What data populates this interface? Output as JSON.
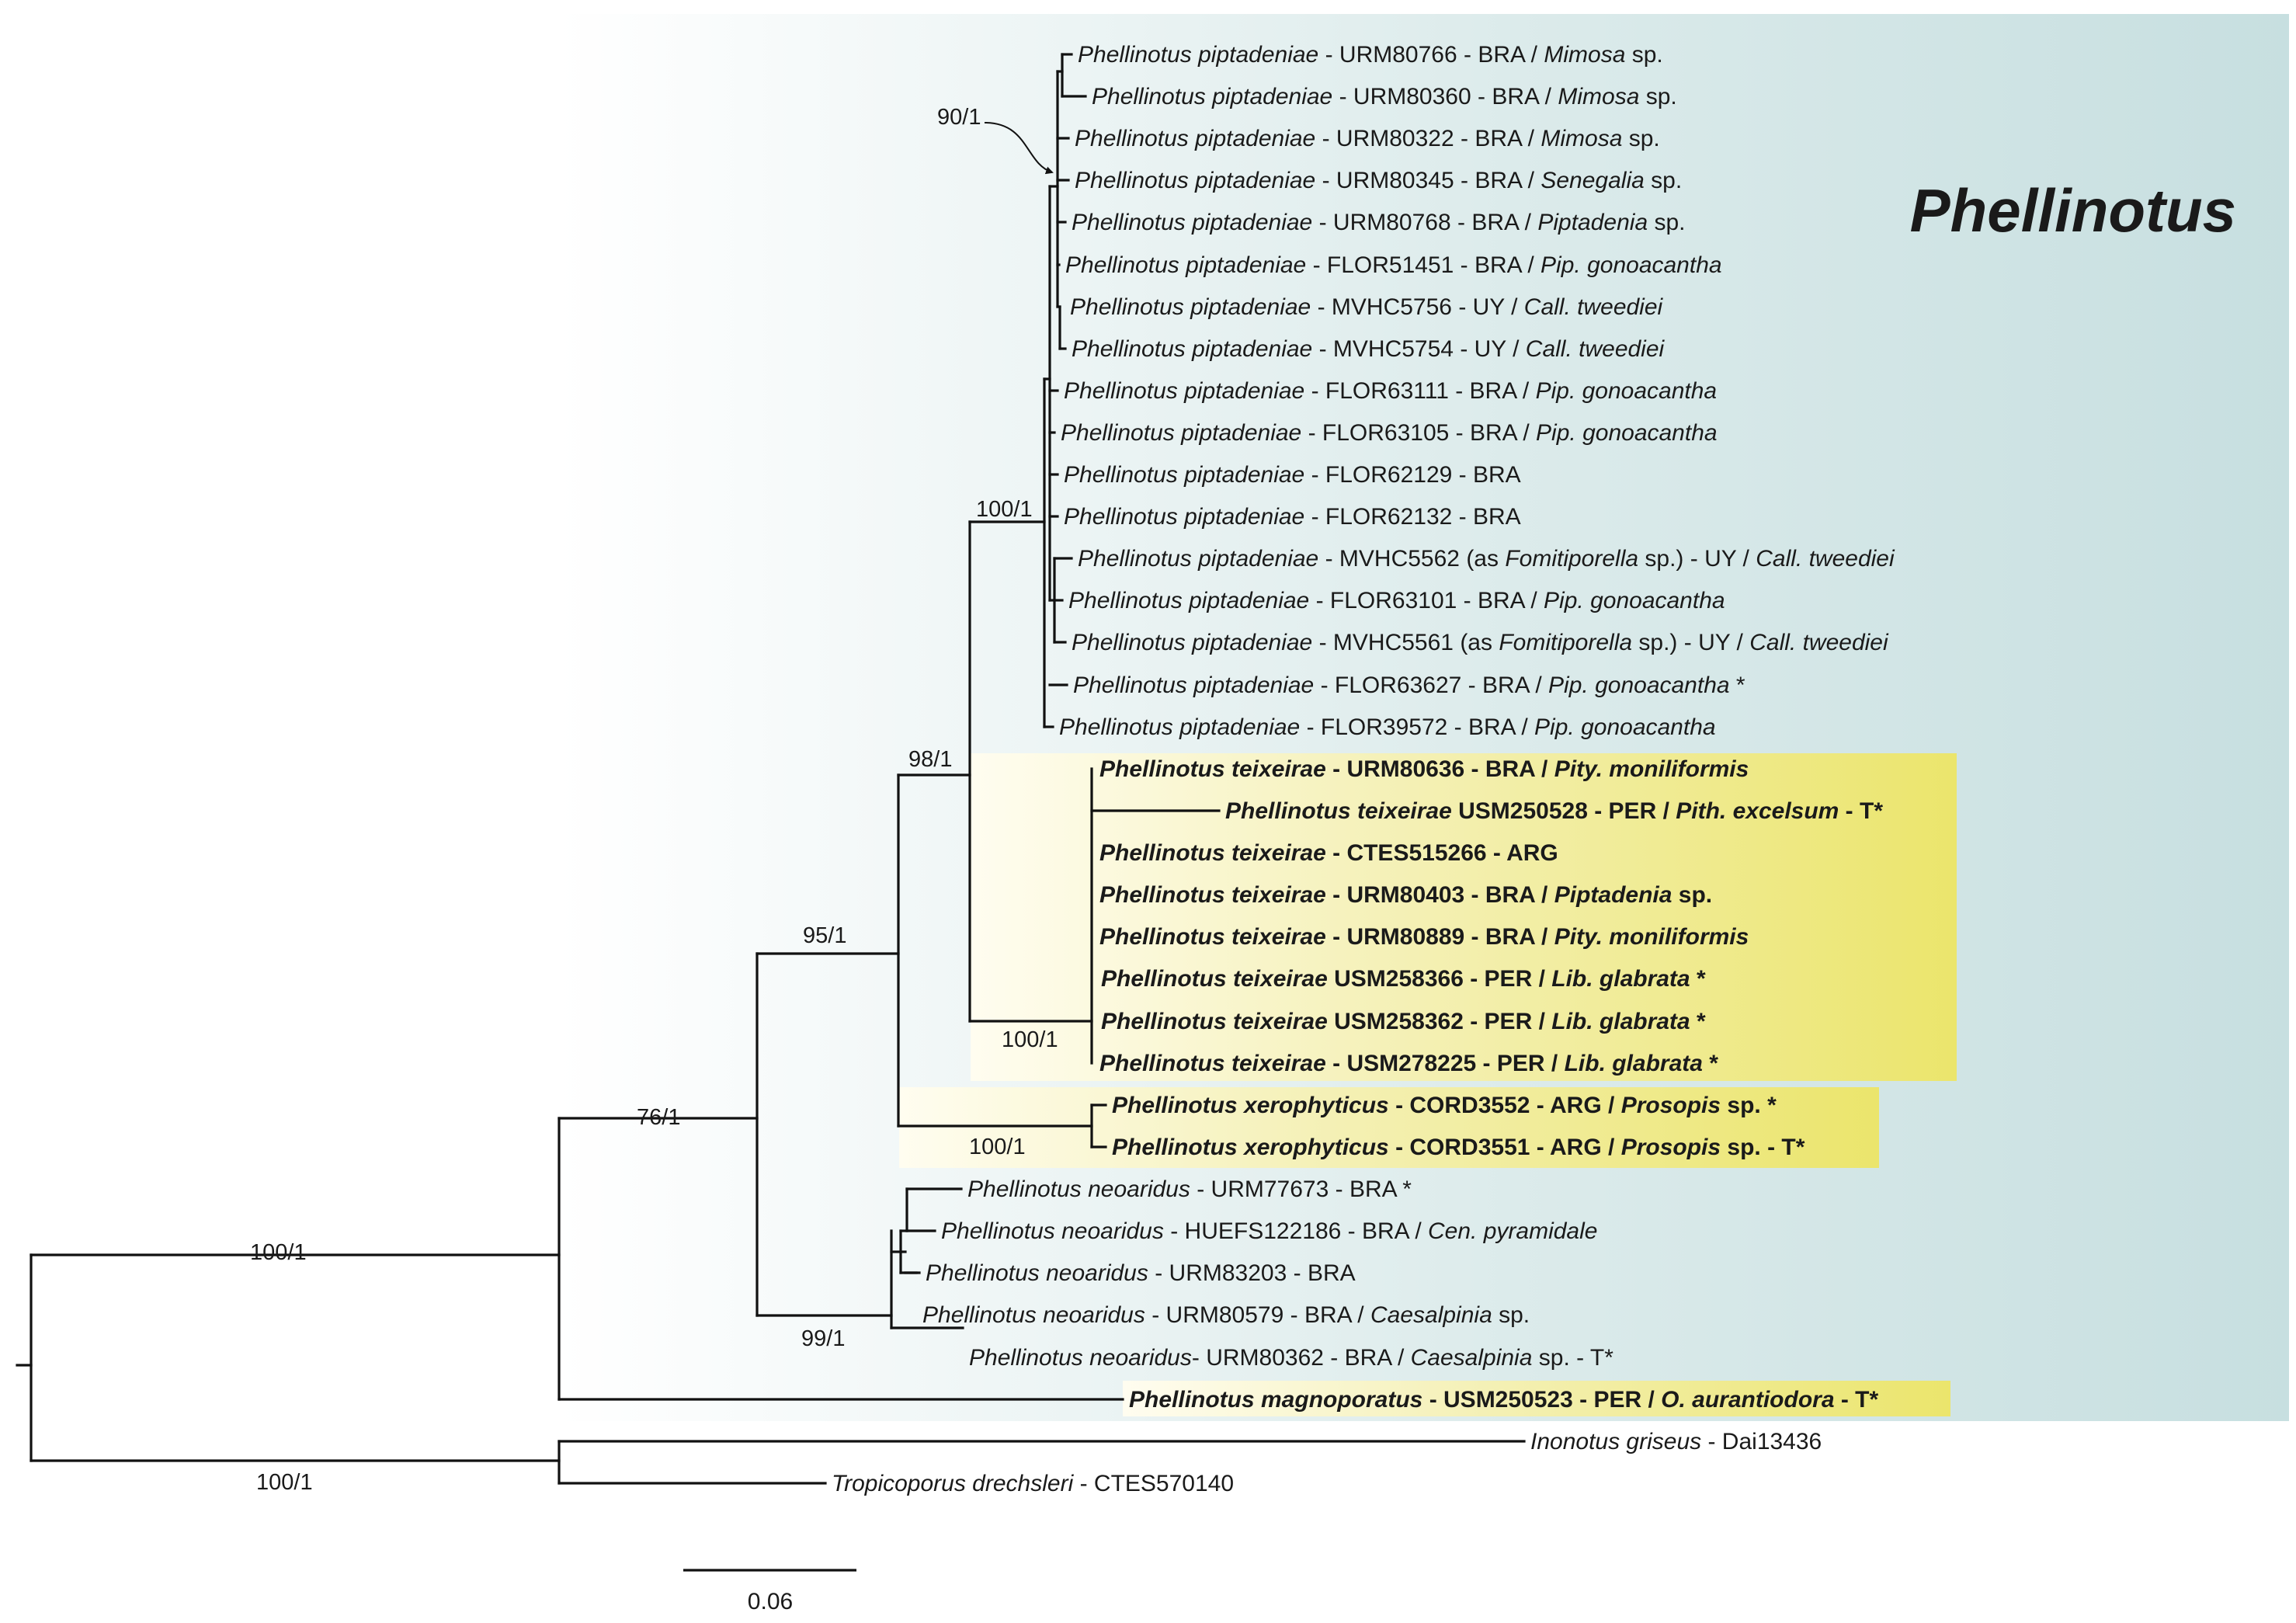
{
  "clade_title": "Phellinotus",
  "scale_label": "0.06",
  "colors": {
    "clade_bg": "#cfe3e3",
    "highlight": "#ece773",
    "line": "#111111"
  },
  "annotations": {
    "arrow_support": "90/1"
  },
  "supports": {
    "root_top": "100/1",
    "root_bottom": "100/1",
    "n76": "76/1",
    "n95": "95/1",
    "n98": "98/1",
    "n100pip": "100/1",
    "n100tex": "100/1",
    "n100xer": "100/1",
    "n99neo": "99/1"
  },
  "tips": [
    {
      "parts": [
        {
          "t": "Phellinotus piptadeniae",
          "i": true
        },
        {
          "t": " - URM80766 - BRA / "
        },
        {
          "t": "Mimosa",
          "i": true
        },
        {
          "t": " sp."
        }
      ]
    },
    {
      "parts": [
        {
          "t": "Phellinotus piptadeniae",
          "i": true
        },
        {
          "t": " - URM80360 - BRA / "
        },
        {
          "t": "Mimosa",
          "i": true
        },
        {
          "t": " sp."
        }
      ]
    },
    {
      "parts": [
        {
          "t": "Phellinotus piptadeniae",
          "i": true
        },
        {
          "t": " - URM80322 - BRA / "
        },
        {
          "t": "Mimosa",
          "i": true
        },
        {
          "t": " sp."
        }
      ]
    },
    {
      "parts": [
        {
          "t": "Phellinotus piptadeniae",
          "i": true
        },
        {
          "t": " - URM80345 - BRA / "
        },
        {
          "t": "Senegalia",
          "i": true
        },
        {
          "t": " sp."
        }
      ]
    },
    {
      "parts": [
        {
          "t": "Phellinotus piptadeniae",
          "i": true
        },
        {
          "t": " - URM80768 - BRA / "
        },
        {
          "t": "Piptadenia",
          "i": true
        },
        {
          "t": " sp."
        }
      ]
    },
    {
      "parts": [
        {
          "t": "Phellinotus piptadeniae",
          "i": true
        },
        {
          "t": " - FLOR51451 - BRA / "
        },
        {
          "t": "Pip. gonoacantha",
          "i": true
        }
      ]
    },
    {
      "parts": [
        {
          "t": "Phellinotus piptadeniae",
          "i": true
        },
        {
          "t": " - MVHC5756 - UY / "
        },
        {
          "t": "Call. tweediei",
          "i": true
        }
      ]
    },
    {
      "parts": [
        {
          "t": "Phellinotus piptadeniae",
          "i": true
        },
        {
          "t": " - MVHC5754 - UY / "
        },
        {
          "t": "Call. tweediei",
          "i": true
        }
      ]
    },
    {
      "parts": [
        {
          "t": "Phellinotus piptadeniae",
          "i": true
        },
        {
          "t": " - FLOR63111 - BRA / "
        },
        {
          "t": "Pip. gonoacantha",
          "i": true
        }
      ]
    },
    {
      "parts": [
        {
          "t": "Phellinotus piptadeniae",
          "i": true
        },
        {
          "t": " - FLOR63105 - BRA / "
        },
        {
          "t": "Pip. gonoacantha",
          "i": true
        }
      ]
    },
    {
      "parts": [
        {
          "t": "Phellinotus piptadeniae",
          "i": true
        },
        {
          "t": " - FLOR62129 - BRA"
        }
      ]
    },
    {
      "parts": [
        {
          "t": "Phellinotus piptadeniae",
          "i": true
        },
        {
          "t": " - FLOR62132 - BRA"
        }
      ]
    },
    {
      "parts": [
        {
          "t": "Phellinotus piptadeniae",
          "i": true
        },
        {
          "t": " - MVHC5562 (as "
        },
        {
          "t": "Fomitiporella",
          "i": true
        },
        {
          "t": " sp.) - UY / "
        },
        {
          "t": "Call. tweediei",
          "i": true
        }
      ]
    },
    {
      "parts": [
        {
          "t": "Phellinotus piptadeniae",
          "i": true
        },
        {
          "t": " - FLOR63101 - BRA / "
        },
        {
          "t": "Pip. gonoacantha",
          "i": true
        }
      ]
    },
    {
      "parts": [
        {
          "t": "Phellinotus piptadeniae",
          "i": true
        },
        {
          "t": " - MVHC5561 (as "
        },
        {
          "t": "Fomitiporella",
          "i": true
        },
        {
          "t": " sp.) - UY / "
        },
        {
          "t": "Call. tweediei",
          "i": true
        }
      ]
    },
    {
      "parts": [
        {
          "t": "Phellinotus piptadeniae",
          "i": true
        },
        {
          "t": " - FLOR63627 - BRA / "
        },
        {
          "t": "Pip. gonoacantha",
          "i": true
        },
        {
          "t": " *"
        }
      ]
    },
    {
      "parts": [
        {
          "t": "Phellinotus piptadeniae",
          "i": true
        },
        {
          "t": " - FLOR39572 - BRA / "
        },
        {
          "t": "Pip. gonoacantha",
          "i": true
        }
      ]
    },
    {
      "bold": true,
      "parts": [
        {
          "t": "Phellinotus teixeirae",
          "i": true
        },
        {
          "t": " - URM80636 - BRA / "
        },
        {
          "t": "Pity. moniliformis",
          "i": true
        }
      ]
    },
    {
      "bold": true,
      "parts": [
        {
          "t": "Phellinotus teixeirae",
          "i": true
        },
        {
          "t": " USM250528 - PER / "
        },
        {
          "t": "Pith. excelsum",
          "i": true
        },
        {
          "t": " - T*"
        }
      ]
    },
    {
      "bold": true,
      "parts": [
        {
          "t": "Phellinotus teixeirae",
          "i": true
        },
        {
          "t": " - CTES515266 - ARG"
        }
      ]
    },
    {
      "bold": true,
      "parts": [
        {
          "t": "Phellinotus teixeirae",
          "i": true
        },
        {
          "t": " - URM80403 - BRA / "
        },
        {
          "t": "Piptadenia",
          "i": true
        },
        {
          "t": " sp."
        }
      ]
    },
    {
      "bold": true,
      "parts": [
        {
          "t": "Phellinotus teixeirae",
          "i": true
        },
        {
          "t": " - URM80889 - BRA / "
        },
        {
          "t": "Pity. moniliformis",
          "i": true
        }
      ]
    },
    {
      "bold": true,
      "parts": [
        {
          "t": "Phellinotus teixeirae",
          "i": true
        },
        {
          "t": " USM258366 - PER / "
        },
        {
          "t": "Lib. glabrata",
          "i": true
        },
        {
          "t": " *"
        }
      ]
    },
    {
      "bold": true,
      "parts": [
        {
          "t": "Phellinotus teixeirae",
          "i": true
        },
        {
          "t": " USM258362 - PER / "
        },
        {
          "t": "Lib. glabrata",
          "i": true
        },
        {
          "t": " *"
        }
      ]
    },
    {
      "bold": true,
      "parts": [
        {
          "t": "Phellinotus teixeirae",
          "i": true
        },
        {
          "t": " - USM278225 - PER / "
        },
        {
          "t": "Lib. glabrata",
          "i": true
        },
        {
          "t": " *"
        }
      ]
    },
    {
      "bold": true,
      "parts": [
        {
          "t": "Phellinotus xerophyticus",
          "i": true
        },
        {
          "t": " - CORD3552 - ARG / "
        },
        {
          "t": "Prosopis",
          "i": true
        },
        {
          "t": " sp. *"
        }
      ]
    },
    {
      "bold": true,
      "parts": [
        {
          "t": "Phellinotus xerophyticus",
          "i": true
        },
        {
          "t": " - CORD3551 - ARG / "
        },
        {
          "t": "Prosopis",
          "i": true
        },
        {
          "t": " sp. - T*"
        }
      ]
    },
    {
      "parts": [
        {
          "t": "Phellinotus neoaridus",
          "i": true
        },
        {
          "t": " - URM77673 - BRA *"
        }
      ]
    },
    {
      "parts": [
        {
          "t": "Phellinotus neoaridus",
          "i": true
        },
        {
          "t": " - HUEFS122186 - BRA / "
        },
        {
          "t": "Cen. pyramidale",
          "i": true
        }
      ]
    },
    {
      "parts": [
        {
          "t": "Phellinotus neoaridus",
          "i": true
        },
        {
          "t": " - URM83203 - BRA"
        }
      ]
    },
    {
      "parts": [
        {
          "t": "Phellinotus neoaridus",
          "i": true
        },
        {
          "t": " - URM80579 - BRA / "
        },
        {
          "t": "Caesalpinia",
          "i": true
        },
        {
          "t": " sp."
        }
      ]
    },
    {
      "parts": [
        {
          "t": "Phellinotus neoaridus",
          "i": true
        },
        {
          "t": "- URM80362 - BRA / "
        },
        {
          "t": "Caesalpinia",
          "i": true
        },
        {
          "t": " sp. - T*"
        }
      ]
    },
    {
      "bold": true,
      "parts": [
        {
          "t": "Phellinotus magnoporatus",
          "i": true
        },
        {
          "t": " - USM250523 - PER / "
        },
        {
          "t": "O. aurantiodora",
          "i": true
        },
        {
          "t": " - T*"
        }
      ]
    },
    {
      "parts": [
        {
          "t": "Inonotus griseus",
          "i": true
        },
        {
          "t": " - Dai13436"
        }
      ]
    },
    {
      "parts": [
        {
          "t": "Tropicoporus drechsleri",
          "i": true
        },
        {
          "t": " - CTES570140"
        }
      ]
    }
  ]
}
